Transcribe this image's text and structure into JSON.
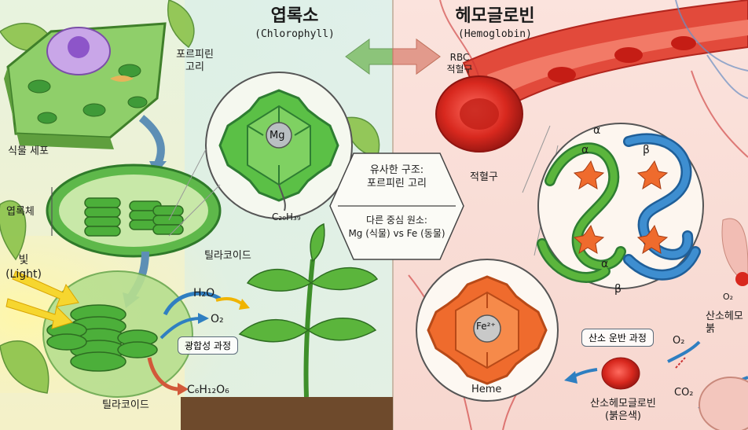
{
  "left": {
    "title": "엽록소",
    "subtitle": "(Chlorophyll)",
    "porphyrin_label": "포르피린\n고리",
    "plant_cell": "식물 세포",
    "chloroplast": "엽록체",
    "thylakoid_top": "틸라코이드",
    "light": "빛\n(Light)",
    "water": "H₂O",
    "oxygen": "O₂",
    "glucose": "C₆H₁₂O₆",
    "photosynthesis": "광합성 과정",
    "thylakoid_bottom": "틸라코이드",
    "center_atom": "Mg",
    "tail": "C₂₀H₃₉"
  },
  "right": {
    "title": "헤모글로빈",
    "subtitle": "(Hemoglobin)",
    "rbc": "RBC\n적혈구",
    "rbc2": "적혈구",
    "center_atom": "Fe²⁺",
    "heme": "Heme",
    "alpha": "α",
    "beta": "β",
    "oxygen_transport": "산소 운반 과정",
    "oxygen": "O₂",
    "co2": "CO₂",
    "oxyhemoglobin": "산소헤모글로빈\n(붉은색)",
    "oxyhemo_edge": "산소헤모\n붉",
    "o2_edge": "O₂"
  },
  "center": {
    "similar": "유사한 구조:\n포르피린 고리",
    "different": "다른 중심 원소:\nMg (식물) vs Fe (동물)"
  },
  "colors": {
    "green": "#4caf3a",
    "dark_green": "#2e7d32",
    "red": "#d8281e",
    "blue": "#2f7fc1",
    "heme_orange": "#ef6b2d"
  }
}
